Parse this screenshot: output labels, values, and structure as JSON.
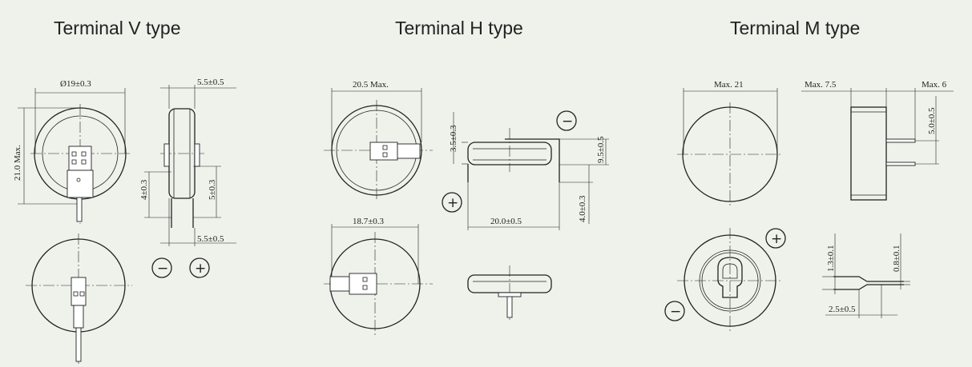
{
  "titles": {
    "v": "Terminal V type",
    "h": "Terminal H type",
    "m": "Terminal M type"
  },
  "v_type": {
    "diameter": "Ø19±0.3",
    "height_max": "21.0 Max.",
    "thickness_top": "5.5±0.5",
    "thickness_bottom": "5.5±0.5",
    "pin_left": "4±0.3",
    "pin_right": "5±0.3"
  },
  "h_type": {
    "width_max": "20.5 Max.",
    "width_bottom": "18.7±0.3",
    "tab_height": "3.5±0.3",
    "body_height": "9.5±0.5",
    "pin_height": "4.0±0.3",
    "pin_span": "20.0±0.5"
  },
  "m_type": {
    "diameter_max": "Max. 21",
    "thickness_max": "Max. 7.5",
    "pin_length_max": "Max. 6",
    "pin_pitch": "5.0±0.5",
    "lead_a": "1.3±0.1",
    "lead_b": "0.8±0.1",
    "lead_length": "2.5±0.5"
  },
  "polarity": {
    "negative": "−",
    "positive": "+"
  }
}
